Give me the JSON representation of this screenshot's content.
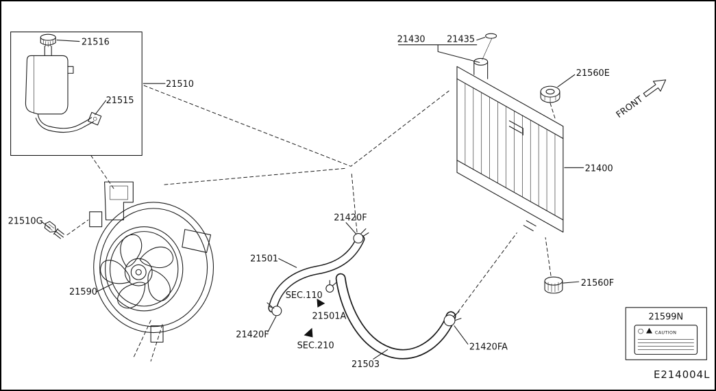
{
  "diagram": {
    "drawing_code": "E214004L",
    "front_indicator": "FRONT",
    "callouts": {
      "reservoir_cap": "21516",
      "reservoir_assembly": "21510",
      "reservoir_hose": "21515",
      "shroud_bolt": "21510G",
      "fan_shroud": "21590",
      "radiator_cap": "21430",
      "cap_packing": "21435",
      "mount_upper": "21560E",
      "radiator": "21400",
      "hose_clamp_upper": "21420F",
      "hose_upper": "21501",
      "sec_ref_110": "SEC.110",
      "hose_clamp_a": "21501A",
      "hose_clamp_lower_left": "21420F",
      "sec_ref_210": "SEC.210",
      "hose_lower": "21503",
      "hose_clamp_lower_right": "21420FA",
      "mount_lower": "21560F",
      "caution_label": "21599N",
      "caution_word": "CAUTION"
    }
  }
}
